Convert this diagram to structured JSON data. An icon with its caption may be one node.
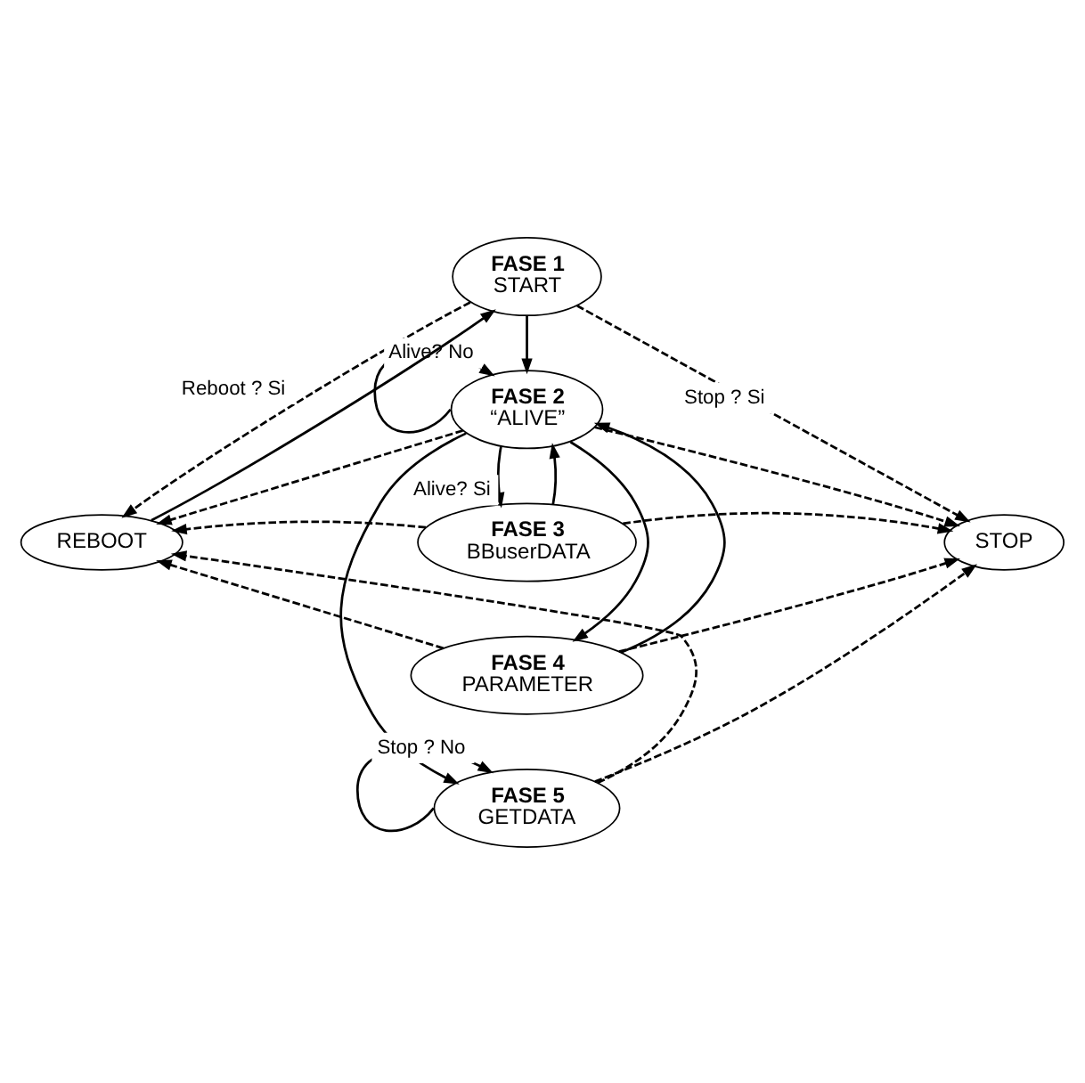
{
  "diagram": {
    "nodes": [
      {
        "text": [
          "FASE 1",
          "START"
        ]
      },
      {
        "text": [
          "FASE 2",
          "“ALIVE”"
        ]
      },
      {
        "text": [
          "FASE 3",
          "BBuserDATA"
        ]
      },
      {
        "text": [
          "FASE 4",
          "PARAMETER"
        ]
      },
      {
        "text": [
          "FASE 5",
          "GETDATA"
        ]
      },
      {
        "text": [
          "REBOOT"
        ]
      },
      {
        "text": [
          "STOP"
        ]
      }
    ],
    "edges": [
      {
        "from": 5,
        "to": 0,
        "arrow": "to"
      },
      {
        "from": 0,
        "to": 5,
        "arrow": "to",
        "style": "dashed",
        "label": "Reboot ? Si"
      },
      {
        "from": 0,
        "to": 6,
        "arrow": "to",
        "style": "dashed",
        "label": "Stop ? Si"
      },
      {
        "from": 0,
        "to": 1,
        "arrow": "to"
      },
      {
        "from": 1,
        "to": 1,
        "arrow": "to",
        "label": "Alive? No"
      },
      {
        "from": 1,
        "to": 5,
        "arrow": "to",
        "style": "dashed"
      },
      {
        "from": 1,
        "to": 6,
        "arrow": "to",
        "style": "dashed"
      },
      {
        "from": 1,
        "to": 2,
        "arrow": "to",
        "label": "Alive? Si"
      },
      {
        "from": 2,
        "to": 1,
        "arrow": "to"
      },
      {
        "from": 2,
        "to": 5,
        "arrow": "to",
        "style": "dashed"
      },
      {
        "from": 2,
        "to": 6,
        "arrow": "to",
        "style": "dashed"
      },
      {
        "from": 1,
        "to": 3,
        "arrow": "to"
      },
      {
        "from": 1,
        "to": 4,
        "arrow": "to"
      },
      {
        "from": 3,
        "to": 1,
        "arrow": "to"
      },
      {
        "from": 3,
        "to": 5,
        "arrow": "to",
        "style": "dashed"
      },
      {
        "from": 3,
        "to": 6,
        "arrow": "to",
        "style": "dashed"
      },
      {
        "from": 4,
        "to": 4,
        "arrow": "to",
        "label": "Stop ? No"
      },
      {
        "from": 4,
        "to": 5,
        "arrow": "to",
        "style": "dashed"
      },
      {
        "from": 4,
        "to": 6,
        "arrow": "to",
        "style": "dashed"
      }
    ]
  }
}
